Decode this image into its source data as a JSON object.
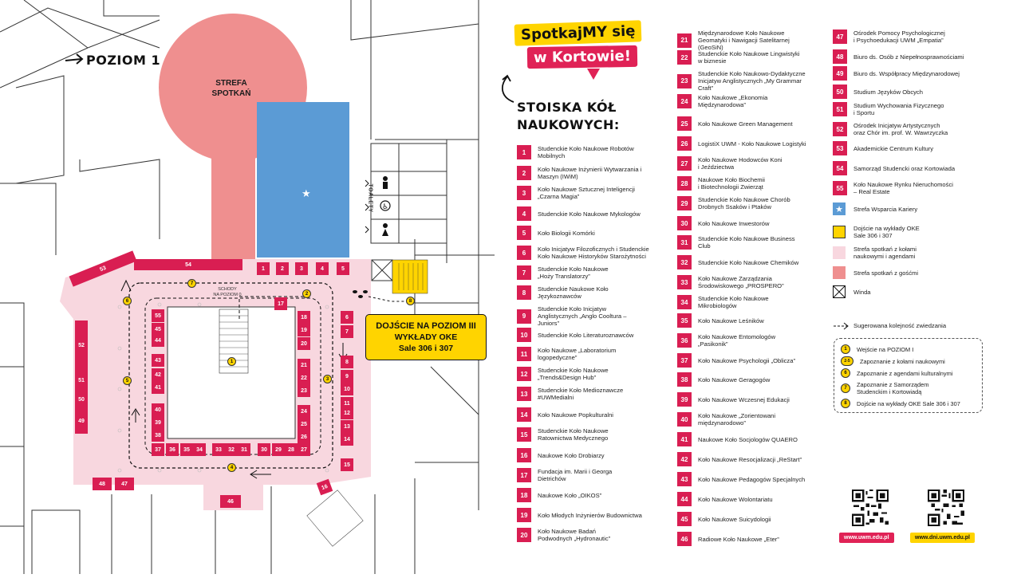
{
  "map": {
    "level_label": "POZIOM 1",
    "meeting_zone": "STREFA\nSPOTKAŃ",
    "toilets": "TOALETY",
    "stairs_label": "SCHODY\nNA POZIOM 0",
    "directions_box": {
      "line1": "DOJŚCIE NA POZIOM III",
      "line2": "WYKŁADY OKE",
      "line3": "Sale 306 i 307"
    },
    "stand_numbers": [
      "1",
      "2",
      "3",
      "4",
      "5",
      "6",
      "7",
      "8",
      "9",
      "10",
      "11",
      "12",
      "13",
      "14",
      "15",
      "16",
      "17",
      "18",
      "19",
      "20",
      "21",
      "22",
      "23",
      "24",
      "25",
      "26",
      "27",
      "28",
      "29",
      "30",
      "31",
      "32",
      "33",
      "34",
      "35",
      "36",
      "37",
      "38",
      "39",
      "40",
      "41",
      "42",
      "43",
      "44",
      "45",
      "46",
      "47",
      "48",
      "49",
      "50",
      "51",
      "52",
      "53",
      "54",
      "55"
    ],
    "route_markers": [
      "1",
      "2",
      "3",
      "4",
      "5",
      "6",
      "7",
      "8"
    ],
    "colors": {
      "stand": "#d91e52",
      "pink_zone": "#f8d7df",
      "meeting_zone": "#ef8f8f",
      "career_zone": "#5b9bd5",
      "yellow": "#ffd400"
    }
  },
  "header": {
    "title_line1": "SpotkajMY się",
    "title_line2": "w Kortowie!",
    "subtitle": "STOISKA KÓŁ\nNAUKOWYCH:"
  },
  "stands": [
    {
      "n": "1",
      "label": "Studenckie Koło Naukowe Robotów\nMobilnych"
    },
    {
      "n": "2",
      "label": "Koło Naukowe Inżynierii Wytwarzania i\nMaszyn (IWiM)"
    },
    {
      "n": "3",
      "label": "Koło Naukowe Sztucznej Inteligencji\n„Czarna Magia”"
    },
    {
      "n": "4",
      "label": "Studenckie Koło Naukowe Mykologów"
    },
    {
      "n": "5",
      "label": "Koło Biologii Komórki"
    },
    {
      "n": "6",
      "label": "Koło Inicjatyw Filozoficznych i Studenckie\nKoło Naukowe Historyków Starożytności"
    },
    {
      "n": "7",
      "label": "Studenckie Koło Naukowe\n„Hoży Translatorzy”"
    },
    {
      "n": "8",
      "label": "Studenckie Naukowe Koło\nJęzykoznawców"
    },
    {
      "n": "9",
      "label": "Studenckie Koło Inicjatyw\nAnglistycznych „Anglo Cooltura –\nJuniors”"
    },
    {
      "n": "10",
      "label": "Studenckie Koło Literaturoznawców"
    },
    {
      "n": "11",
      "label": "Koło Naukowe „Laboratorium\nlogopedyczne”"
    },
    {
      "n": "12",
      "label": "Studenckie Koło Naukowe\n„Trends&Design Hub”"
    },
    {
      "n": "13",
      "label": "Studenckie Koło Medioznawcze\n#UWMedialni"
    },
    {
      "n": "14",
      "label": "Koło Naukowe Popkulturalni"
    },
    {
      "n": "15",
      "label": "Studenckie Koło Naukowe\nRatownictwa Medycznego"
    },
    {
      "n": "16",
      "label": "Naukowe Koło Drobiarzy"
    },
    {
      "n": "17",
      "label": "Fundacja im. Marii i Georga\nDietrichów"
    },
    {
      "n": "18",
      "label": "Naukowe Koło „OIKOS”"
    },
    {
      "n": "19",
      "label": "Koło Młodych Inżynierów Budownictwa"
    },
    {
      "n": "20",
      "label": "Koło Naukowe Badań\nPodwodnych „Hydronautic”"
    },
    {
      "n": "21",
      "label": "Międzynarodowe Koło Naukowe\nGeomatyki i Nawigacji Satelitarnej\n(GeoSiN)"
    },
    {
      "n": "22",
      "label": "Studenckie Koło Naukowe Lingwistyki\nw biznesie"
    },
    {
      "n": "23",
      "label": "Studenckie Koło Naukowo-Dydaktyczne\nInicjatyw Anglistycznych „My Grammar\nCraft”"
    },
    {
      "n": "24",
      "label": "Koło Naukowe „Ekonomia\nMiędzynarodowa”"
    },
    {
      "n": "25",
      "label": "Koło Naukowe Green Management"
    },
    {
      "n": "26",
      "label": "LogistiX UWM - Koło Naukowe Logistyki"
    },
    {
      "n": "27",
      "label": "Koło Naukowe Hodowców Koni\ni Jeździectwa"
    },
    {
      "n": "28",
      "label": "Naukowe Koło Biochemii\ni Biotechnologii Zwierząt"
    },
    {
      "n": "29",
      "label": "Studenckie Koło Naukowe Chorób\nDrobnych Ssaków i Ptaków"
    },
    {
      "n": "30",
      "label": "Koło Naukowe Inwestorów"
    },
    {
      "n": "31",
      "label": "Studenckie Koło Naukowe Business\nClub"
    },
    {
      "n": "32",
      "label": "Studenckie Koło Naukowe Chemików"
    },
    {
      "n": "33",
      "label": "Koło Naukowe Zarządzania\nŚrodowiskowego „PROSPERO”"
    },
    {
      "n": "34",
      "label": "Studenckie Koło Naukowe\nMikrobiologów"
    },
    {
      "n": "35",
      "label": "Koło Naukowe Leśników"
    },
    {
      "n": "36",
      "label": "Koło Naukowe Entomologów\n„Pasikonik”"
    },
    {
      "n": "37",
      "label": "Koło Naukowe Psychologii „Oblicza”"
    },
    {
      "n": "38",
      "label": "Koło Naukowe Geragogów"
    },
    {
      "n": "39",
      "label": "Koło Naukowe Wczesnej Edukacji"
    },
    {
      "n": "40",
      "label": "Koło Naukowe „Zorientowani\nmiędzynarodowo”"
    },
    {
      "n": "41",
      "label": "Naukowe Koło Socjologów QUAERO"
    },
    {
      "n": "42",
      "label": "Koło Naukowe Resocjalizacji „ReStart”"
    },
    {
      "n": "43",
      "label": "Koło Naukowe Pedagogów Specjalnych"
    },
    {
      "n": "44",
      "label": "Koło Naukowe Wolontariatu"
    },
    {
      "n": "45",
      "label": "Koło Naukowe Suicydologii"
    },
    {
      "n": "46",
      "label": "Radiowe Koło Naukowe „Eter”"
    },
    {
      "n": "47",
      "label": "Ośrodek Pomocy Psychologicznej\ni Psychoedukacji UWM „Empatia”"
    },
    {
      "n": "48",
      "label": "Biuro ds. Osób z Niepełnosprawnościami"
    },
    {
      "n": "49",
      "label": "Biuro ds. Współpracy Międzynarodowej"
    },
    {
      "n": "50",
      "label": "Studium Języków Obcych"
    },
    {
      "n": "51",
      "label": "Studium Wychowania Fizycznego\ni Sportu"
    },
    {
      "n": "52",
      "label": "Ośrodek Inicjatyw Artystycznych\noraz Chór im. prof. W. Wawrzyczka"
    },
    {
      "n": "53",
      "label": "Akademickie Centrum Kultury"
    },
    {
      "n": "54",
      "label": "Samorząd Studencki oraz Kortowiada"
    },
    {
      "n": "55",
      "label": "Koło Naukowe Rynku Nieruchomości\n– Real Estate"
    }
  ],
  "legend": [
    {
      "icon": "star-icon",
      "label": "Strefa Wsparcia Kariery",
      "color": "#5b9bd5"
    },
    {
      "icon": "yellow-square",
      "label": "Dojście na wykłady OKE\nSale 306 i 307",
      "color": "#ffd400"
    },
    {
      "icon": "light-pink-square",
      "label": "Strefa spotkań z kołami\nnaukowymi i agendami",
      "color": "#f8d7df"
    },
    {
      "icon": "pink-square",
      "label": "Strefa spotkań z gośćmi",
      "color": "#ef8f8f"
    },
    {
      "icon": "elevator-icon",
      "label": "Winda",
      "color": "#ffffff"
    }
  ],
  "route": {
    "title": "Sugerowana kolejność zwiedzania",
    "items": [
      {
        "marker": "1",
        "label": "Wejście na POZIOM I"
      },
      {
        "marker": "2-5",
        "label": "Zapoznanie z kołami naukowymi"
      },
      {
        "marker": "6",
        "label": "Zapoznanie z agendami kulturalnymi"
      },
      {
        "marker": "7",
        "label": "Zapoznanie z Samorządem\nStudenckim i Kortowiadą"
      },
      {
        "marker": "8",
        "label": "Dojście na wykłady OKE Sale 306 i 307"
      }
    ]
  },
  "links": {
    "url1": "www.uwm.edu.pl",
    "url2": "www.dni.uwm.edu.pl"
  }
}
